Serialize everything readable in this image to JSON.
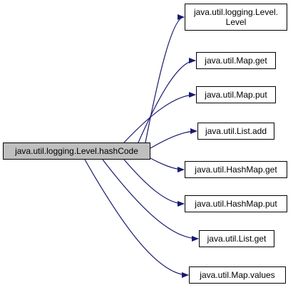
{
  "colors": {
    "edge": "#191970",
    "node_fill": "#ffffff",
    "root_fill": "#bfbfbf",
    "border": "#000000"
  },
  "graph": {
    "root": {
      "label": "java.util.logging.Level.hashCode"
    },
    "callees": [
      {
        "label": "java.util.logging.Level.\nLevel"
      },
      {
        "label": "java.util.Map.get"
      },
      {
        "label": "java.util.Map.put"
      },
      {
        "label": "java.util.List.add"
      },
      {
        "label": "java.util.HashMap.get"
      },
      {
        "label": "java.util.HashMap.put"
      },
      {
        "label": "java.util.List.get"
      },
      {
        "label": "java.util.Map.values"
      }
    ]
  }
}
